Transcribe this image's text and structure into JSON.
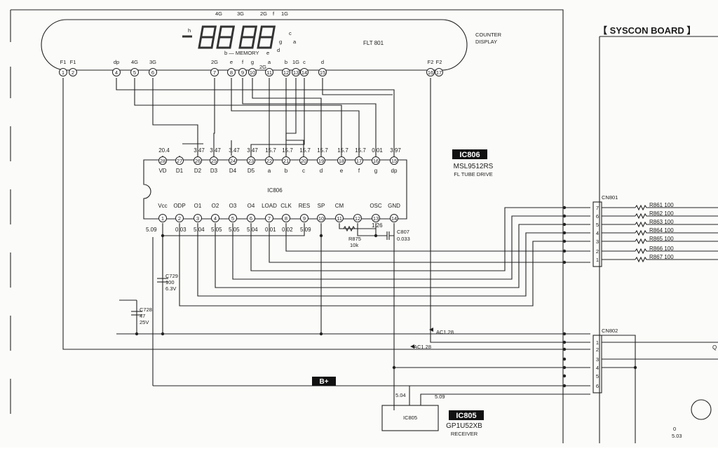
{
  "flt": {
    "name": "FLT 801",
    "counter": [
      "COUNTER",
      "DISPLAY"
    ],
    "top_grids": [
      "4G",
      "3G",
      "2G",
      "f",
      "1G"
    ],
    "inner": [
      "h",
      "b — MEMORY",
      "e",
      "d",
      "2G",
      "g",
      "c",
      "a"
    ],
    "pins": [
      {
        "n": "1",
        "lbl": "F1"
      },
      {
        "n": "2",
        "lbl": "F1"
      },
      {
        "n": "4",
        "lbl": "dp"
      },
      {
        "n": "5",
        "lbl": "4G"
      },
      {
        "n": "6",
        "lbl": "3G"
      },
      {
        "n": "7",
        "lbl": "2G"
      },
      {
        "n": "8",
        "lbl": "e"
      },
      {
        "n": "9",
        "lbl": "f"
      },
      {
        "n": "10",
        "lbl": "g"
      },
      {
        "n": "11",
        "lbl": "a"
      },
      {
        "n": "12",
        "lbl": "b"
      },
      {
        "n": "13",
        "lbl": "1G"
      },
      {
        "n": "14",
        "lbl": "c"
      },
      {
        "n": "15",
        "lbl": "d"
      },
      {
        "n": "16",
        "lbl": "F2"
      },
      {
        "n": "17",
        "lbl": "F2"
      }
    ]
  },
  "syscon_label": "【 SYSCON BOARD 】",
  "ic806": {
    "badge": "IC806",
    "part": "MSL9512RS",
    "desc": "FL TUBE DRIVE",
    "center_label": "IC806",
    "top_pins": [
      {
        "n": "28",
        "name": "VD",
        "v": "20.4"
      },
      {
        "n": "27",
        "name": "D1",
        "v": ""
      },
      {
        "n": "26",
        "name": "D2",
        "v": "3.47"
      },
      {
        "n": "25",
        "name": "D3",
        "v": "3.47"
      },
      {
        "n": "24",
        "name": "D4",
        "v": "3.47"
      },
      {
        "n": "23",
        "name": "D5",
        "v": "3.47"
      },
      {
        "n": "22",
        "name": "a",
        "v": "15.7"
      },
      {
        "n": "21",
        "name": "b",
        "v": "15.7"
      },
      {
        "n": "20",
        "name": "c",
        "v": "15.7"
      },
      {
        "n": "19",
        "name": "d",
        "v": "15.7"
      },
      {
        "n": "18",
        "name": "e",
        "v": "15.7"
      },
      {
        "n": "17",
        "name": "f",
        "v": "15.7"
      },
      {
        "n": "16",
        "name": "g",
        "v": "0.01"
      },
      {
        "n": "15",
        "name": "dp",
        "v": "3.97"
      }
    ],
    "bottom_pins": [
      {
        "n": "1",
        "name": "Vcc",
        "v": "5.09"
      },
      {
        "n": "2",
        "name": "ODP",
        "v": "0.03"
      },
      {
        "n": "3",
        "name": "O1",
        "v": "5.04"
      },
      {
        "n": "4",
        "name": "O2",
        "v": "5.05"
      },
      {
        "n": "5",
        "name": "O3",
        "v": "5.05"
      },
      {
        "n": "6",
        "name": "O4",
        "v": "5.04"
      },
      {
        "n": "7",
        "name": "LOAD",
        "v": "0.01"
      },
      {
        "n": "8",
        "name": "CLK",
        "v": "0.02"
      },
      {
        "n": "9",
        "name": "RES",
        "v": "5.09"
      },
      {
        "n": "10",
        "name": "SP",
        "v": ""
      },
      {
        "n": "11",
        "name": "CM",
        "v": ""
      },
      {
        "n": "12",
        "name": "",
        "v": ""
      },
      {
        "n": "13",
        "name": "OSC",
        "v": "1.26"
      },
      {
        "n": "14",
        "name": "GND",
        "v": ""
      }
    ]
  },
  "components": {
    "r875": [
      "R875",
      "10k"
    ],
    "c807": [
      "C807",
      "0.033"
    ],
    "c729": [
      "C729",
      "100",
      "6.3V"
    ],
    "c728": [
      "C728",
      "47",
      "25V"
    ],
    "ac1": "AC1.28",
    "ac2": "AC1.28",
    "bplus": "B+"
  },
  "cn801": {
    "name": "CN801",
    "pins": [
      "7",
      "6",
      "5",
      "4",
      "3",
      "2",
      "1"
    ],
    "resistors": [
      "R861 100",
      "R862 100",
      "R863 100",
      "R864 100",
      "R865 100",
      "R866 100",
      "R867 100"
    ]
  },
  "cn802": {
    "name": "CN802",
    "pins": [
      "1",
      "2",
      "3",
      "4",
      "5",
      "6"
    ]
  },
  "ic805": {
    "label": "IC805",
    "badge": "IC805",
    "part": "GP1U52XB",
    "desc": "RECEIVER",
    "v1": "5.04",
    "v2": "5.09"
  },
  "right_edge": [
    "Q",
    "0",
    "5.03"
  ]
}
